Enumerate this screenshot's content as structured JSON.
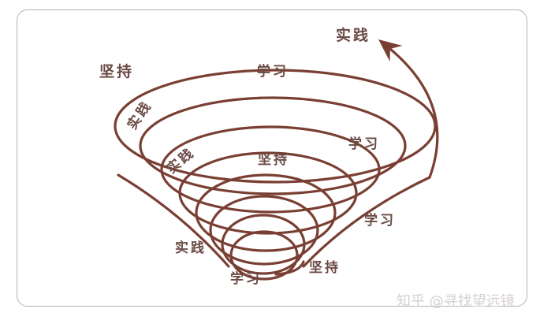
{
  "diagram": {
    "type": "conical spiral",
    "stroke_color": "#7a3f33",
    "label_color": "#6a4a44",
    "labels": {
      "top_right_practice": "实践",
      "top_left_persist": "坚持",
      "top_learn": "学习",
      "left_practice_1": "实践",
      "right_learn_1": "学习",
      "left_practice_2": "实践",
      "mid_persist": "坚持",
      "right_learn_2": "学习",
      "bottom_left_practice": "实践",
      "bottom_persist": "坚持",
      "bottom_learn": "学习"
    }
  },
  "watermark": "知乎 @寻找望远镜"
}
